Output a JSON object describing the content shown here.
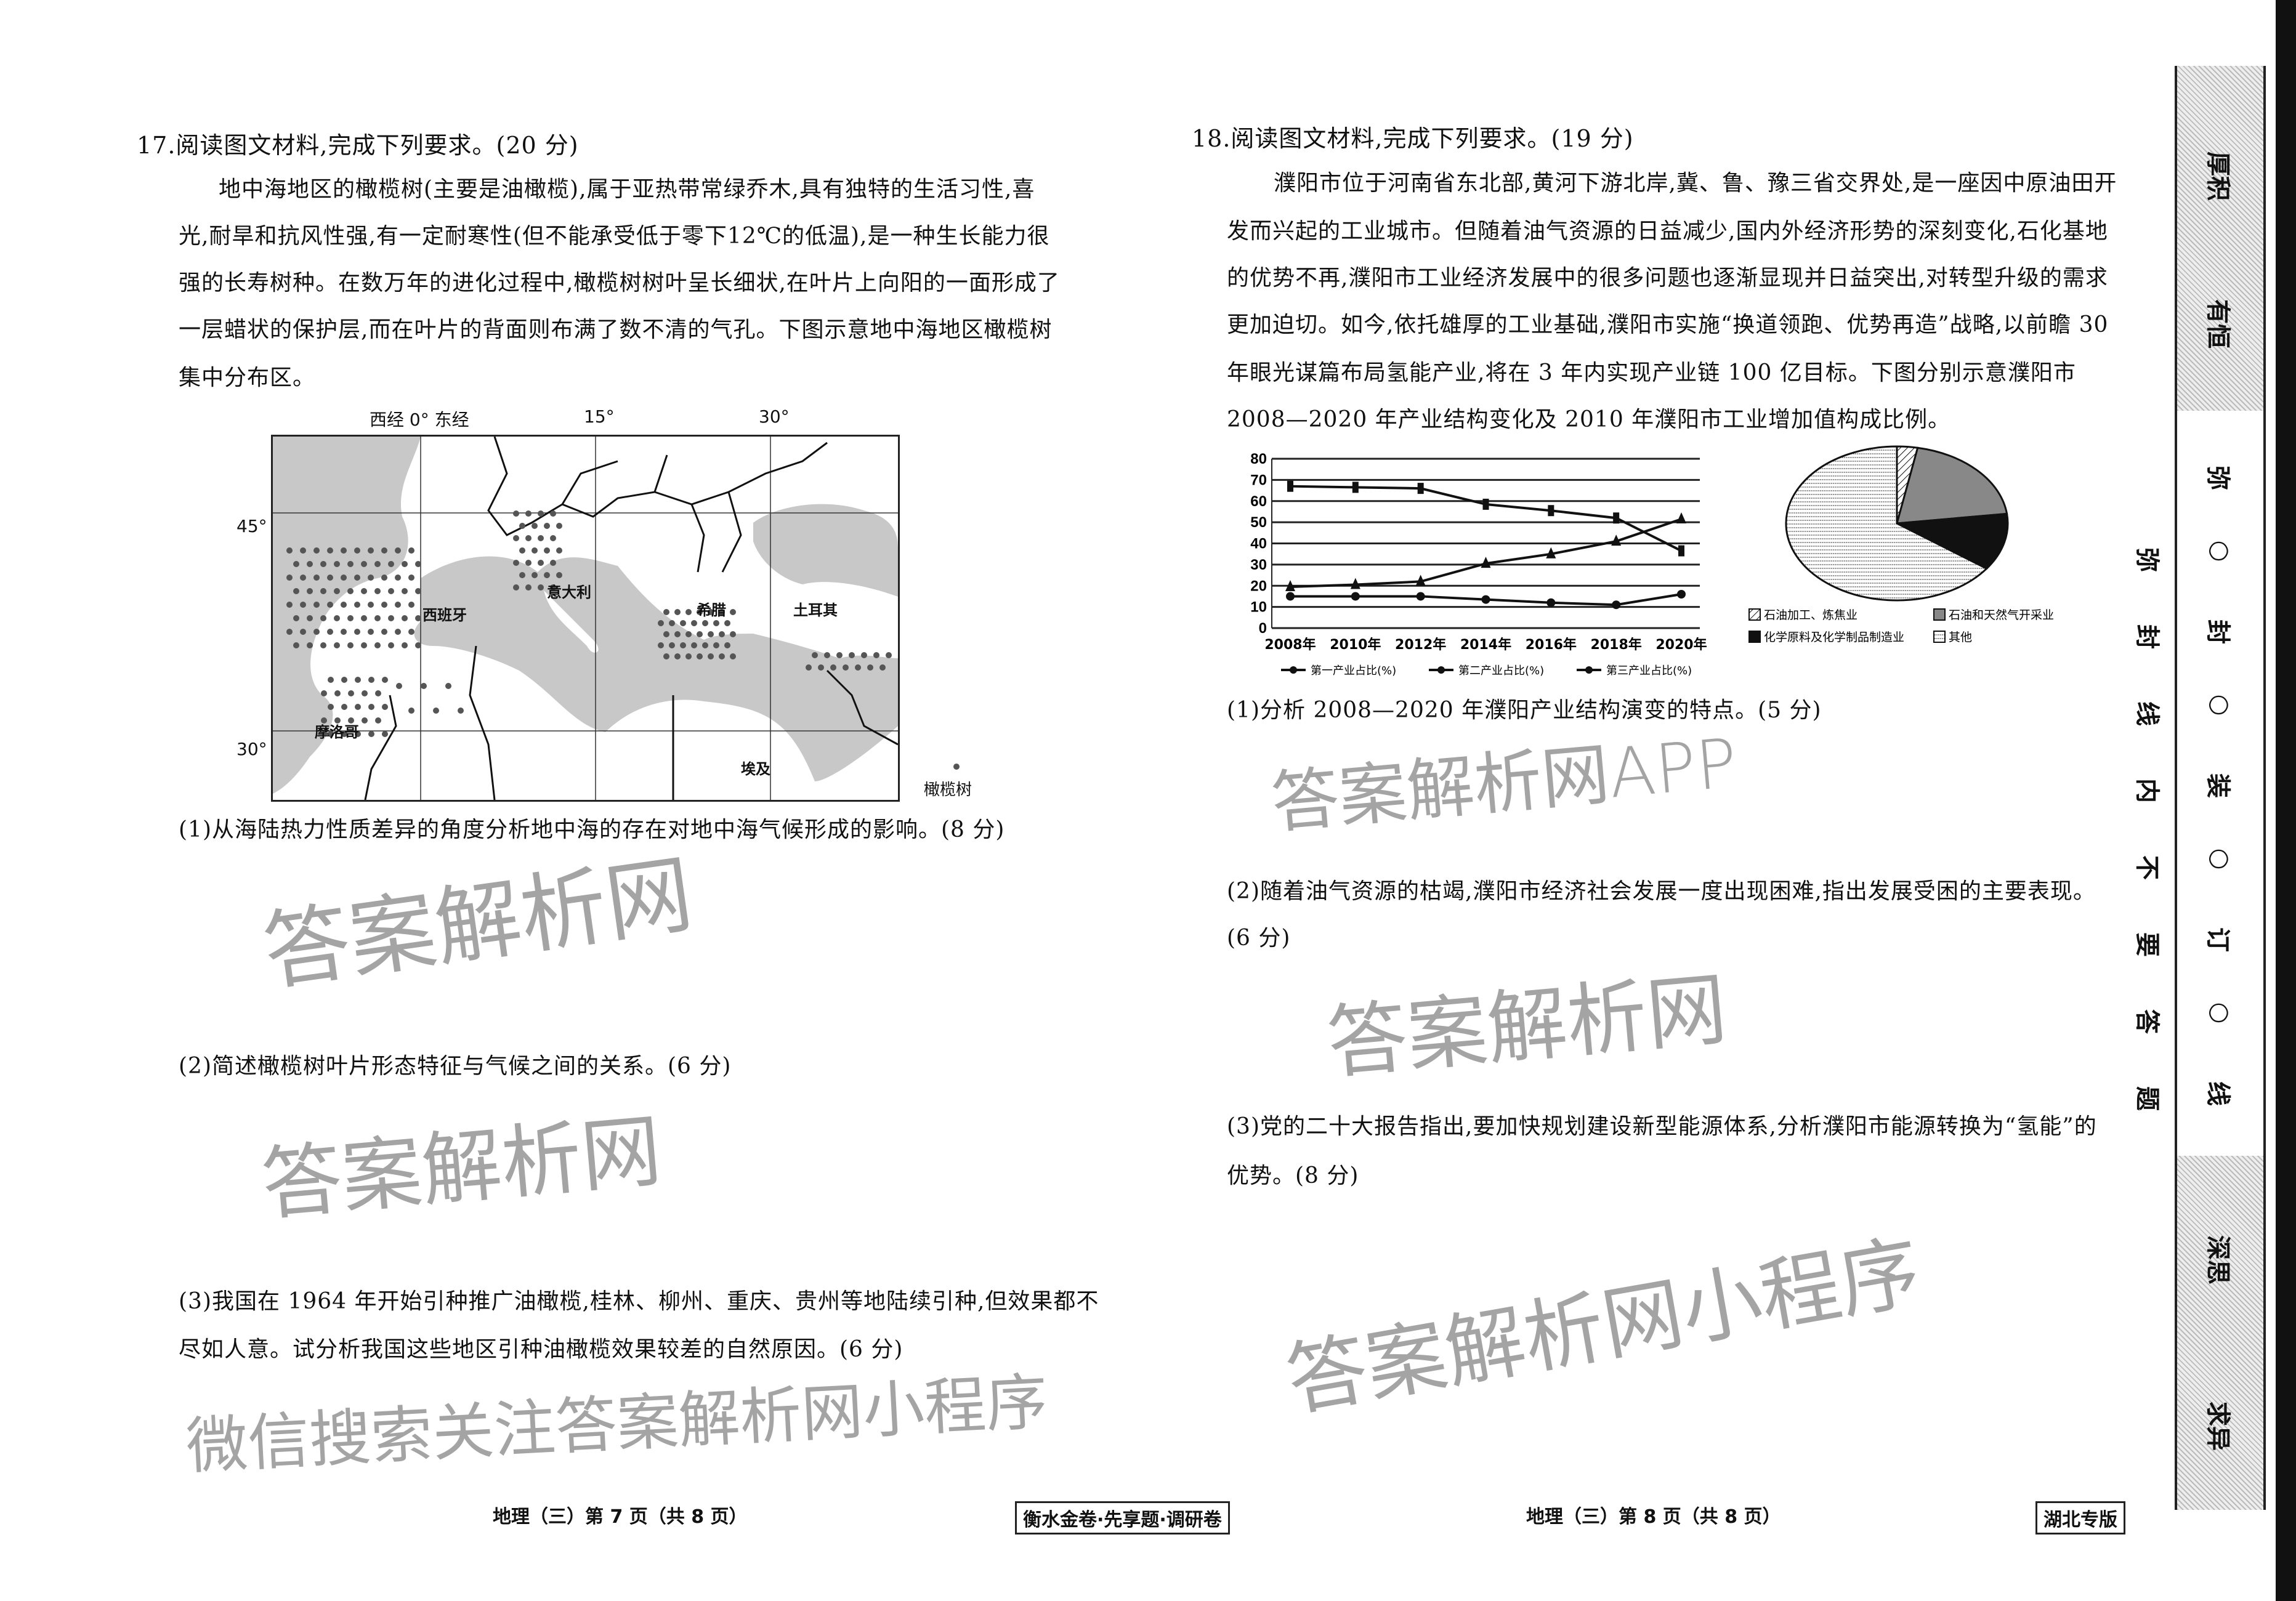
{
  "q17": {
    "title": "17.阅读图文材料,完成下列要求。(20 分)",
    "para": [
      "地中海地区的橄榄树(主要是油橄榄),属于亚热带常绿乔木,具有独特的生活习性,喜",
      "光,耐旱和抗风性强,有一定耐寒性(但不能承受低于零下12℃的低温),是一种生长能力很",
      "强的长寿树种。在数万年的进化过程中,橄榄树树叶呈长细状,在叶片上向阳的一面形成了",
      "一层蜡状的保护层,而在叶片的背面则布满了数不清的气孔。下图示意地中海地区橄榄树",
      "集中分布区。"
    ],
    "map": {
      "lon_labels": [
        "西经 0° 东经",
        "15°",
        "30°"
      ],
      "lat_labels": [
        "45°",
        "30°"
      ],
      "countries": [
        "西班牙",
        "意大利",
        "希腊",
        "土耳其",
        "摩洛哥",
        "埃及"
      ],
      "legend": "橄榄树"
    },
    "sub1": "(1)从海陆热力性质差异的角度分析地中海的存在对地中海气候形成的影响。(8 分)",
    "sub2": "(2)简述橄榄树叶片形态特征与气候之间的关系。(6 分)",
    "sub3": [
      "(3)我国在 1964 年开始引种推广油橄榄,桂林、柳州、重庆、贵州等地陆续引种,但效果都不",
      "尽如人意。试分析我国这些地区引种油橄榄效果较差的自然原因。(6 分)"
    ]
  },
  "q18": {
    "title": "18.阅读图文材料,完成下列要求。(19 分)",
    "para": [
      "濮阳市位于河南省东北部,黄河下游北岸,冀、鲁、豫三省交界处,是一座因中原油田开",
      "发而兴起的工业城市。但随着油气资源的日益减少,国内外经济形势的深刻变化,石化基地",
      "的优势不再,濮阳市工业经济发展中的很多问题也逐渐显现并日益突出,对转型升级的需求",
      "更加迫切。如今,依托雄厚的工业基础,濮阳市实施“换道领跑、优势再造”战略,以前瞻 30",
      "年眼光谋篇布局氢能产业,将在 3 年内实现产业链 100 亿目标。下图分别示意濮阳市",
      "2008—2020 年产业结构变化及 2010 年濮阳市工业增加值构成比例。"
    ],
    "sub1": "(1)分析 2008—2020 年濮阳产业结构演变的特点。(5 分)",
    "sub2": [
      "(2)随着油气资源的枯竭,濮阳市经济社会发展一度出现困难,指出发展受困的主要表现。",
      "(6 分)"
    ],
    "sub3": [
      "(3)党的二十大报告指出,要加快规划建设新型能源体系,分析濮阳市能源转换为“氢能”的",
      "优势。(8 分)"
    ]
  },
  "chart_data": [
    {
      "type": "line",
      "categories": [
        "2008年",
        "2010年",
        "2012年",
        "2014年",
        "2016年",
        "2018年",
        "2020年"
      ],
      "series": [
        {
          "name": "第一产业占比(%)",
          "marker": "circle",
          "values": [
            15,
            15,
            15,
            13.5,
            12,
            11,
            16
          ]
        },
        {
          "name": "第二产业占比(%)",
          "marker": "bar",
          "values": [
            67,
            66.5,
            66,
            58.5,
            55.5,
            52,
            36.5
          ]
        },
        {
          "name": "第三产业占比(%)",
          "marker": "triangle",
          "values": [
            19.5,
            20.5,
            22,
            30.5,
            35,
            41,
            51.5
          ]
        }
      ],
      "ylim": [
        0,
        80
      ],
      "yticks": [
        "0",
        "10",
        "20",
        "30",
        "40",
        "50",
        "60",
        "70",
        "80"
      ],
      "grid": true,
      "legend": "bottom"
    },
    {
      "type": "pie",
      "slices": [
        {
          "name": "石油加工、炼焦业",
          "value": 3
        },
        {
          "name": "石油和天然气开采业",
          "value": 20
        },
        {
          "name": "化学原料及化学制品制造业",
          "value": 12
        },
        {
          "name": "其他",
          "value": 65
        }
      ],
      "legend": "bottom"
    }
  ],
  "footer": {
    "left": "地理（三）第 7 页（共 8 页）",
    "center": "衡水金卷·先享题·调研卷",
    "right": "地理（三）第 8 页（共 8 页）",
    "edition": "湖北专版"
  },
  "strip": {
    "top1": "厚积",
    "top2": "有恒",
    "seal": [
      "弥",
      "○",
      "封",
      "○",
      "装",
      "○",
      "订",
      "○",
      "线"
    ],
    "bot1": "深思",
    "bot2": "求异",
    "outer": [
      "弥",
      "封",
      "线",
      "内",
      "不",
      "要",
      "答",
      "题"
    ]
  },
  "watermarks": [
    "答案解析网",
    "答案解析网APP",
    "答案解析网",
    "答案解析网",
    "微信搜索关注答案解析网小程序",
    "答案解析网小程序"
  ]
}
